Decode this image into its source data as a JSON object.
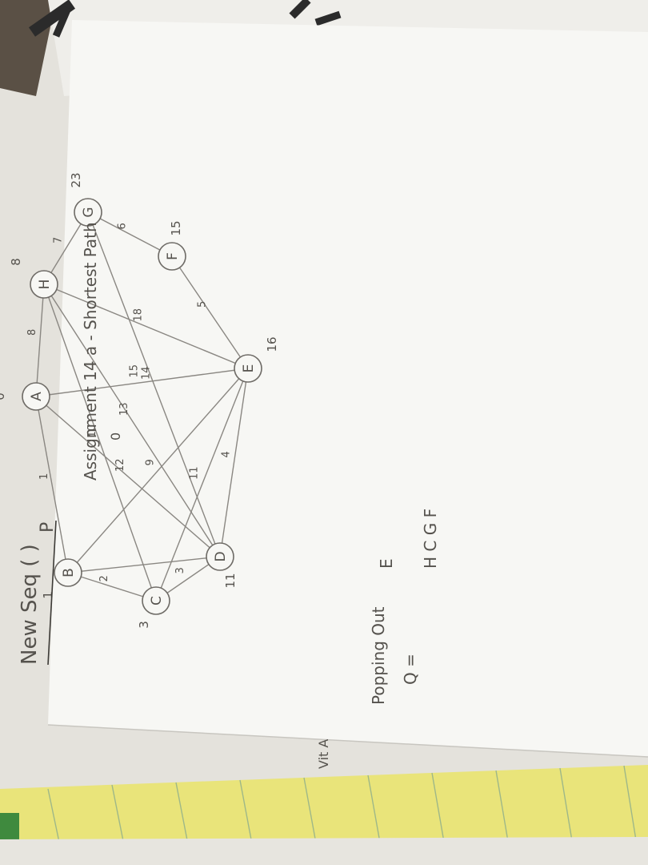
{
  "header": {
    "note_title": "New Seq ( )",
    "note_mark": "P",
    "title": "Assignment 14 a - Shortest Path",
    "source_value": "0"
  },
  "graph": {
    "nodes": [
      {
        "id": "A",
        "label": "A",
        "dist": "0"
      },
      {
        "id": "B",
        "label": "B",
        "dist": "1"
      },
      {
        "id": "C",
        "label": "C",
        "dist": "3"
      },
      {
        "id": "D",
        "label": "D",
        "dist": "11"
      },
      {
        "id": "E",
        "label": "E",
        "dist": "16"
      },
      {
        "id": "F",
        "label": "F",
        "dist": "15"
      },
      {
        "id": "G",
        "label": "G",
        "dist": "23"
      },
      {
        "id": "H",
        "label": "H",
        "dist": "8"
      }
    ],
    "edges": [
      {
        "from": "A",
        "to": "B",
        "weight": "1"
      },
      {
        "from": "A",
        "to": "H",
        "weight": "8"
      },
      {
        "from": "A",
        "to": "E",
        "weight": "15"
      },
      {
        "from": "A",
        "to": "D",
        "weight": "12"
      },
      {
        "from": "B",
        "to": "C",
        "weight": "2"
      },
      {
        "from": "B",
        "to": "E",
        "weight": "9"
      },
      {
        "from": "B",
        "to": "D",
        "weight": ""
      },
      {
        "from": "C",
        "to": "D",
        "weight": "3"
      },
      {
        "from": "C",
        "to": "E",
        "weight": "11"
      },
      {
        "from": "C",
        "to": "H",
        "weight": "10"
      },
      {
        "from": "D",
        "to": "E",
        "weight": "4"
      },
      {
        "from": "D",
        "to": "H",
        "weight": "13"
      },
      {
        "from": "D",
        "to": "G",
        "weight": "14"
      },
      {
        "from": "E",
        "to": "F",
        "weight": "5"
      },
      {
        "from": "E",
        "to": "H",
        "weight": "18"
      },
      {
        "from": "H",
        "to": "G",
        "weight": "7"
      },
      {
        "from": "G",
        "to": "F",
        "weight": "6"
      }
    ]
  },
  "footer": {
    "popping_label": "Popping Out",
    "popping_value": "E",
    "queue_label": "Q =",
    "queue_values": "H C G F"
  },
  "margin_note": "Vit A"
}
